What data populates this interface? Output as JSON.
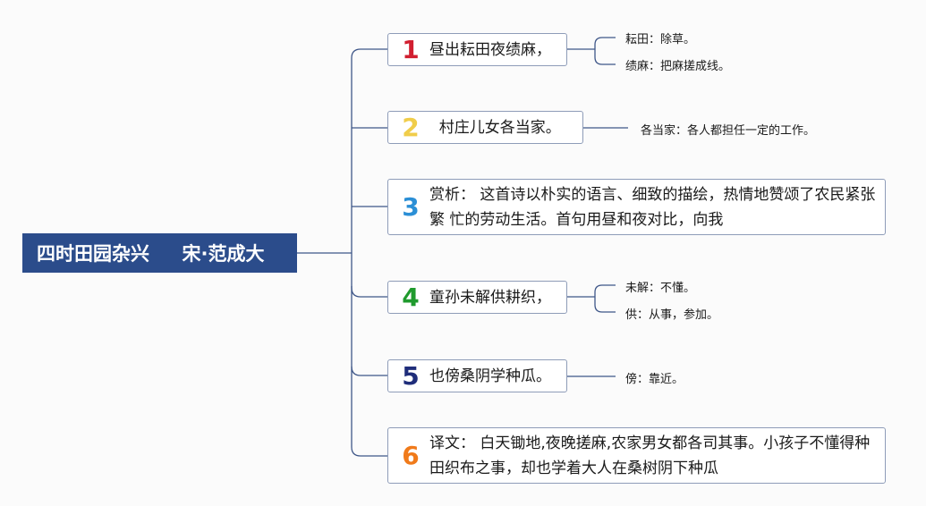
{
  "title": "四时田园杂兴     宋·范成大",
  "colors": {
    "root_bg": "#2b4c8b",
    "line": "#3e5688",
    "border": "#8e9cb8"
  },
  "branches": [
    {
      "num": "1",
      "color": "#d11f30",
      "text": "昼出耘田夜绩麻，",
      "notes": [
        "耘田：除草。",
        "绩麻：把麻搓成线。"
      ]
    },
    {
      "num": "2",
      "color": "#f0cd4a",
      "text": "  村庄儿女各当家。",
      "notes": [
        "各当家：各人都担任一定的工作。"
      ]
    },
    {
      "num": "3",
      "color": "#2b8fd6",
      "text": "赏析： 这首诗以朴实的语言、细致的描绘，热情地赞颂了农民紧张繁 忙的劳动生活。首句用昼和夜对比，向我",
      "notes": []
    },
    {
      "num": "4",
      "color": "#1f9a2d",
      "text": "童孙未解供耕织，",
      "notes": [
        "未解：不懂。",
        "供：从事，参加。"
      ]
    },
    {
      "num": "5",
      "color": "#1f2d7a",
      "text": "也傍桑阴学种瓜。",
      "notes": [
        "傍：靠近。"
      ]
    },
    {
      "num": "6",
      "color": "#f07a1a",
      "text": "译文： 白天锄地,夜晚搓麻,农家男女都各司其事。小孩子不懂得种田织布之事，却也学着大人在桑树阴下种瓜",
      "notes": []
    }
  ]
}
